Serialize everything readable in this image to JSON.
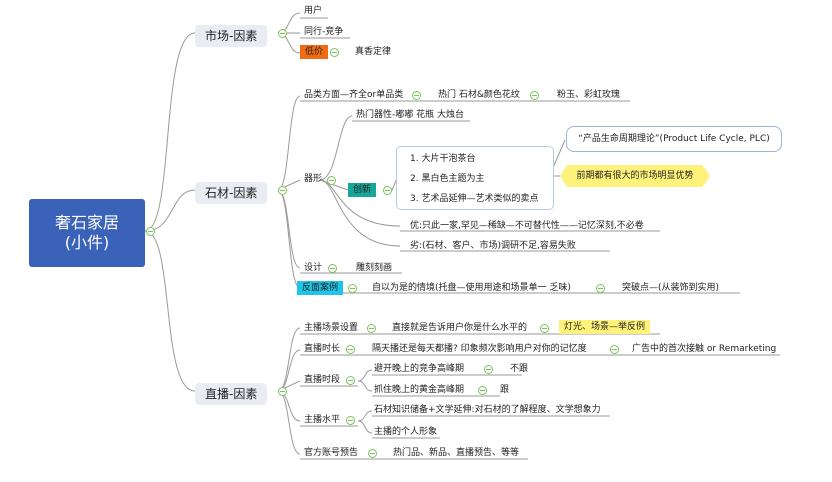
{
  "root": {
    "line1": "奢石家居",
    "line2": "(小件)"
  },
  "market": {
    "title": "市场-因素",
    "items": {
      "users": "用户",
      "peers": "同行-竞争",
      "low_price_tag": "低价",
      "low_price_rule": "真香定律"
    }
  },
  "stone": {
    "title": "石材-因素",
    "category": {
      "label": "品类方面—齐全or单品类",
      "hot": "热门 石材&颜色花纹",
      "example": "粉玉、彩虹玫瑰"
    },
    "shape": {
      "label": "器形",
      "hot_vessels": "热门器性-嘟嘟 花瓶 大烛台",
      "innovation_tag": "创新",
      "innovations": [
        "1. 大片干泡茶台",
        "2. 黑白色主题为主",
        "3. 艺术品延伸—艺术类似的卖点"
      ],
      "plc_theory": "“产品生命周期理论”(Product Life Cycle, PLC)",
      "early_advantage": "前期都有很大的市场明显优势",
      "pros": "优:只此一家,罕见—稀缺—不可替代性——记忆深刻,不必卷",
      "cons": "劣:(石材、客户、市场)调研不足,容易失败"
    },
    "design": {
      "label": "设计",
      "value": "雕刻刻画"
    },
    "counter": {
      "tag": "反面案例",
      "case": "自以为是的情境(托盘—使用用途和场景单一 乏味)",
      "breakthrough": "突破点—(从装饰到实用)"
    }
  },
  "live": {
    "title": "直播-因素",
    "scene": {
      "label": "主播场景设置",
      "desc": "直接就是告诉用户你是什么水平的",
      "tag": "灯光、场景—举反例"
    },
    "duration": {
      "label": "直播时长",
      "question": "隔天播还是每天都播? 印象频次影响用户对你的记忆度",
      "ad": "广告中的首次接触 or Remarketing"
    },
    "slot": {
      "label": "直播时段",
      "avoid": "避开晚上的竞争高峰期",
      "avoid_action": "不跟",
      "catch": "抓住晚上的黄金高峰期",
      "catch_action": "跟"
    },
    "level": {
      "label": "主播水平",
      "knowledge": "石材知识储备+文学延伸:对石材的了解程度、文学想象力",
      "image": "主播的个人形象"
    },
    "official": {
      "label": "官方账号预告",
      "content": "热门品、新品、直播预告、等等"
    }
  }
}
